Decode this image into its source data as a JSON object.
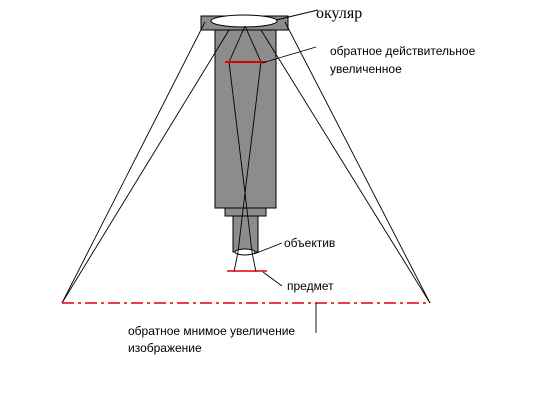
{
  "labels": {
    "eyepiece": "окуляр",
    "real_image_line1": "обратное действительное",
    "real_image_line2": "увеличенное",
    "objective": "объектив",
    "object": "предмет",
    "virtual_image_line1": "обратное мнимое увеличение",
    "virtual_image_line2": "изображение"
  },
  "colors": {
    "tube_fill": "#8c8c8c",
    "line": "#000000",
    "red": "#e00000",
    "lens_fill": "#ffffff"
  }
}
